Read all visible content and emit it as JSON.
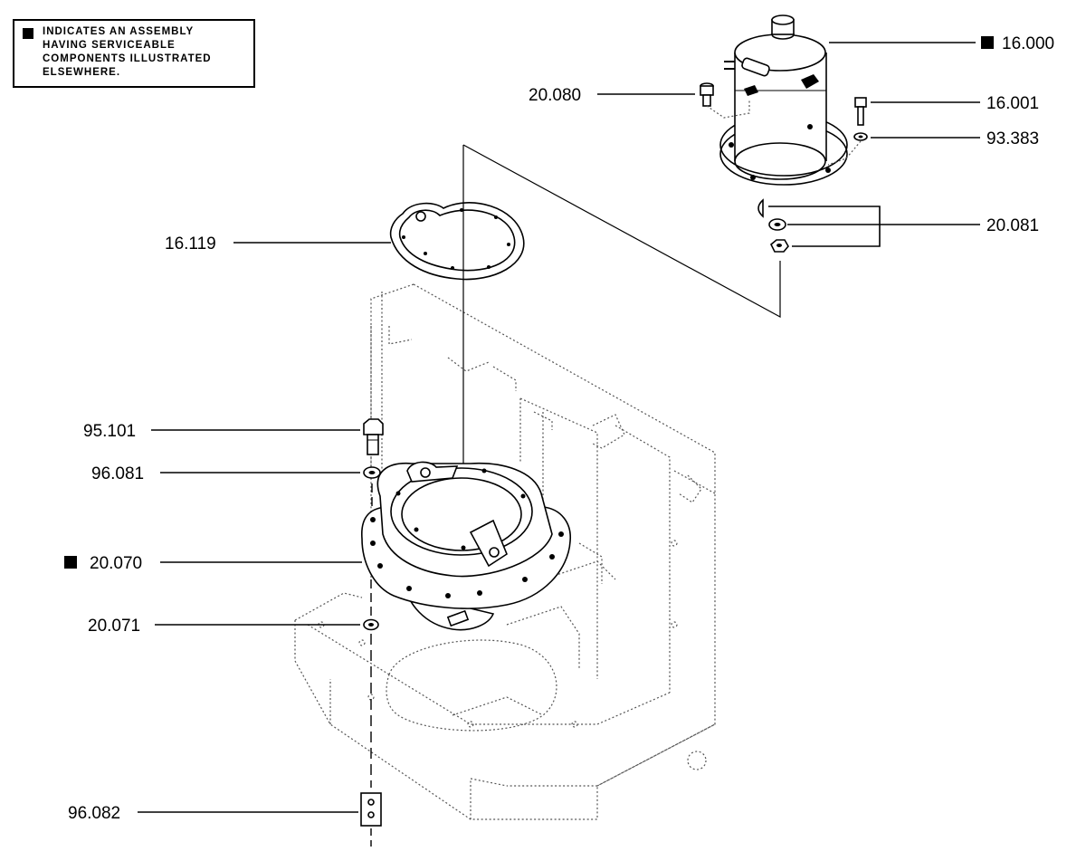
{
  "legend": {
    "text": "INDICATES AN ASSEMBLY\nHAVING SERVICEABLE\nCOMPONENTS ILLUSTRATED\nELSEWHERE."
  },
  "callouts": [
    {
      "id": "16_000",
      "label": "16.000",
      "assembly": true
    },
    {
      "id": "20_080",
      "label": "20.080",
      "assembly": false
    },
    {
      "id": "16_001",
      "label": "16.001",
      "assembly": false
    },
    {
      "id": "93_383",
      "label": "93.383",
      "assembly": false
    },
    {
      "id": "20_081",
      "label": "20.081",
      "assembly": false
    },
    {
      "id": "16_119",
      "label": "16.119",
      "assembly": false
    },
    {
      "id": "95_101",
      "label": "95.101",
      "assembly": false
    },
    {
      "id": "96_081",
      "label": "96.081",
      "assembly": false
    },
    {
      "id": "20_070",
      "label": "20.070",
      "assembly": true
    },
    {
      "id": "20_071",
      "label": "20.071",
      "assembly": false
    },
    {
      "id": "96_082",
      "label": "96.082",
      "assembly": false
    }
  ]
}
